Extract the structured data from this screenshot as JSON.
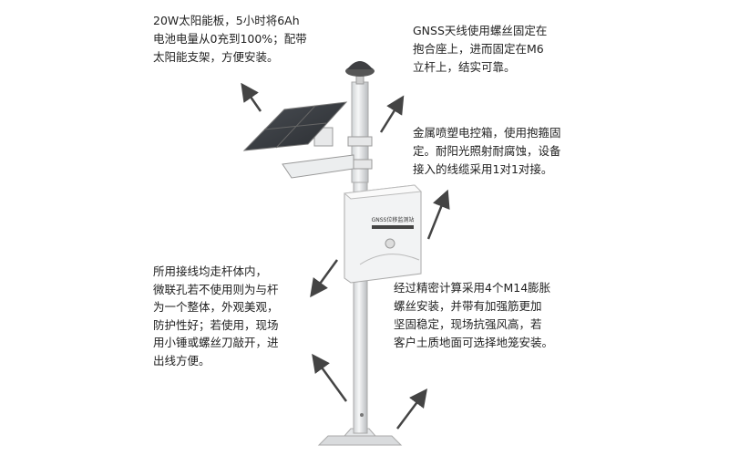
{
  "notes": {
    "solar": [
      "20W太阳能板，5小时将6Ah",
      "电池电量从0充到100%；配带",
      "太阳能支架，方便安装。"
    ],
    "antenna": [
      "GNSS天线使用螺丝固定在",
      "抱合座上，进而固定在M6",
      "立杆上，结实可靠。"
    ],
    "box": [
      "金属喷塑电控箱，使用抱箍固",
      "定。耐阳光照射耐腐蚀，设备",
      "接入的线缆采用1对1对接。"
    ],
    "wiring": [
      "所用接线均走杆体内，",
      "微联孔若不使用则为与杆",
      "为一个整体，外观美观，",
      "防护性好；若使用，现场",
      "用小锤或螺丝刀敲开，进",
      "出线方便。"
    ],
    "base": [
      "经过精密计算采用4个M14膨胀",
      "螺丝安装，并带有加强筋更加",
      "坚固稳定，现场抗强风高，若",
      "客户土质地面可选择地笼安装。"
    ]
  },
  "device": {
    "box_label": "GNSS位移监测站"
  }
}
